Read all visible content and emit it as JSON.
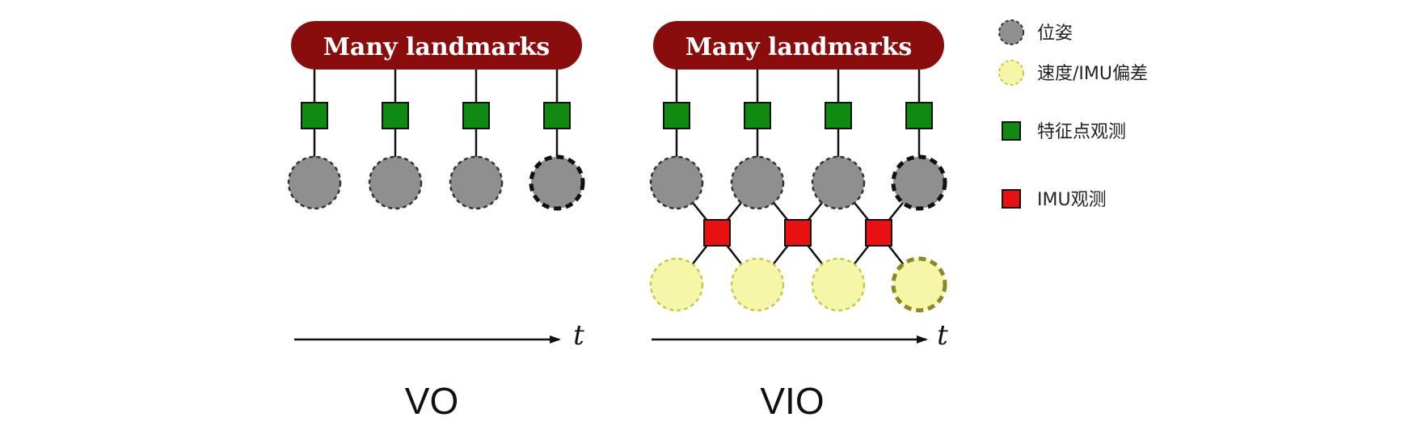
{
  "vo": {
    "caption": "VO",
    "landmarks_label": "Many landmarks",
    "axis_label": "t",
    "frames": 4
  },
  "vio": {
    "caption": "VIO",
    "landmarks_label": "Many landmarks",
    "axis_label": "t",
    "frames": 4
  },
  "legend": {
    "items": [
      {
        "id": "pose",
        "label": "位姿",
        "shape": "circle",
        "fill": "#8f8f8f",
        "stroke": "#333333",
        "dashed": true
      },
      {
        "id": "velocity-bias",
        "label": "速度/IMU偏差",
        "shape": "circle",
        "fill": "#f6f6a8",
        "stroke": "#c9c94a",
        "dashed": true
      },
      {
        "id": "feature-obs",
        "label": "特征点观测",
        "shape": "square",
        "fill": "#118a11",
        "stroke": "#111111"
      },
      {
        "id": "imu-obs",
        "label": "IMU观测",
        "shape": "square",
        "fill": "#e81010",
        "stroke": "#111111"
      }
    ]
  },
  "colors": {
    "landmark_bar": "#8a0d0d",
    "pose_fill": "#8f8f8f",
    "pose_stroke": "#333333",
    "velocity_fill": "#f6f6a8",
    "velocity_stroke": "#c9c94a",
    "last_velocity_stroke": "#8a8a20",
    "feature_fill": "#118a11",
    "imu_fill": "#e81010"
  }
}
